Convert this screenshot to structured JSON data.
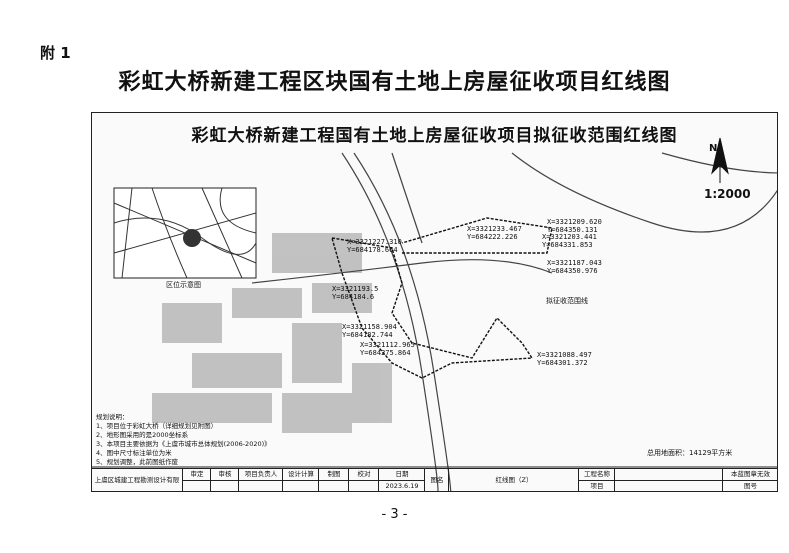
{
  "annex_label": "附 1",
  "document_title": "彩虹大桥新建工程区块国有土地上房屋征收项目红线图",
  "map": {
    "title": "彩虹大桥新建工程国有土地上房屋征收项目拟征收范围红线图",
    "scale": "1:2000",
    "north": "N",
    "inset_label": "区位示意图",
    "boundary_label": "拟征收范围线",
    "coordinates": [
      {
        "x": "X=3321209.620",
        "y": "Y=684350.131"
      },
      {
        "x": "X=3321233.467",
        "y": "Y=684222.226"
      },
      {
        "x": "X=3321203.441",
        "y": "Y=684331.853"
      },
      {
        "x": "X=3321227.310",
        "y": "Y=684178.664"
      },
      {
        "x": "X=3321187.043",
        "y": "Y=684350.976"
      },
      {
        "x": "X=3321193.5",
        "y": "Y=684184.6"
      },
      {
        "x": "X=3321158.904",
        "y": "Y=684182.744"
      },
      {
        "x": "X=3321112.965",
        "y": "Y=684275.864"
      },
      {
        "x": "X=3321088.497",
        "y": "Y=684301.372"
      }
    ],
    "notes": [
      "规划说明：",
      "1、项目位于彩虹大桥（详细规划见附图）",
      "2、地形图采用的是2000坐标系",
      "3、本项目主要依据为《上虞市城市总体规划(2006-2020)》",
      "4、图中尺寸标注单位为米",
      "5、规划调整，此前图纸作废"
    ],
    "total_area_label": "总用地面积：",
    "total_area_value": "14129平方米",
    "table": {
      "company": "上虞区城建工程勘测设计有限公司",
      "headers": [
        "审定",
        "审核",
        "项目负责人",
        "设计计算",
        "制图",
        "校对",
        "日期",
        "图名",
        "红线图（Z）",
        "工程名称",
        "",
        "本蓝图章无效"
      ],
      "date": "2023.6.19",
      "project_label": "项目",
      "drawing_no_label": "图号"
    }
  },
  "page_number": "- 3 -"
}
